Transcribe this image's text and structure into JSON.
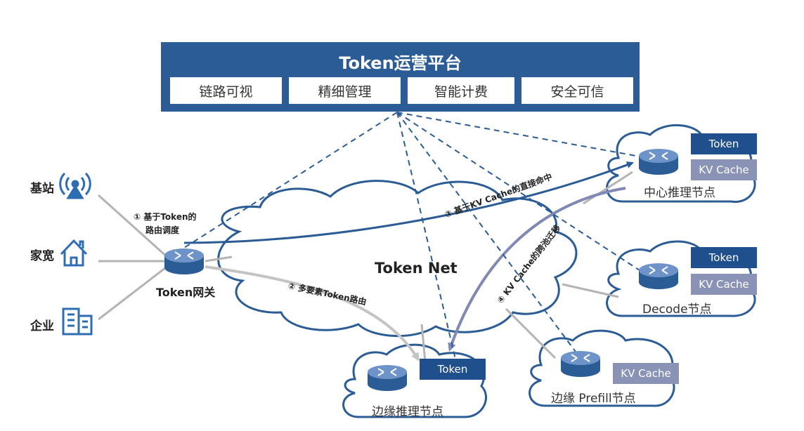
{
  "platform": {
    "title": "Token运营平台",
    "modules": [
      "链路可视",
      "精细管理",
      "智能计费",
      "安全可信"
    ]
  },
  "sources": [
    "基站",
    "家宽",
    "企业"
  ],
  "gateway": {
    "label": "Token网关",
    "annotation_line1": "① 基于Token的",
    "annotation_line2": "路由调度"
  },
  "network": {
    "label": "Token Net"
  },
  "nodes": {
    "center": {
      "label": "中心推理节点",
      "tags": [
        "Token",
        "KV Cache"
      ]
    },
    "decode": {
      "label": "Decode节点",
      "tags": [
        "Token",
        "KV Cache"
      ]
    },
    "edge": {
      "label": "边缘推理节点",
      "tags": [
        "Token"
      ]
    },
    "prefill": {
      "label": "边缘 Prefill节点",
      "tags": [
        "KV Cache"
      ]
    }
  },
  "flows": {
    "routing": "② 多要素Token路由",
    "kv_hit": "③ 基于KV Cache的直接命中",
    "kv_migrate": "④ KV Cache的跨池迁移"
  },
  "colors": {
    "panel": "#2b5c96",
    "tag_dark": "#1f4f8c",
    "tag_light": "#8a93b6",
    "cloud_stroke": "#2b5c96",
    "dash": "#2b5c96",
    "gray_link": "#b4b4b4",
    "migrate_arrow": "#7f89b3"
  },
  "icons": [
    "antenna-icon",
    "house-icon",
    "building-icon",
    "router-icon"
  ]
}
